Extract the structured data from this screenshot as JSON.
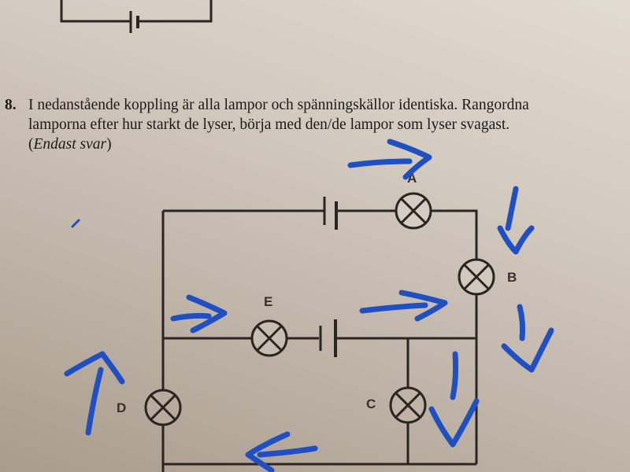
{
  "question": {
    "number": "8.",
    "line1": "I nedanstående koppling är alla lampor och spänningskällor identiska. Rangordna",
    "line2": "lamporna efter hur starkt de lyser, börja med den/de lampor som lyser svagast.",
    "line3_open": "(",
    "line3_italic": "Endast svar",
    "line3_close": ")"
  },
  "circuit": {
    "lamps": [
      "A",
      "B",
      "C",
      "D",
      "E"
    ],
    "label_a": "A",
    "label_b": "B",
    "label_c": "C",
    "label_d": "D",
    "label_e": "E"
  },
  "colors": {
    "ink": "#1e1a18",
    "annotation": "#1f4fc0",
    "paper": "#d2c9bf"
  }
}
